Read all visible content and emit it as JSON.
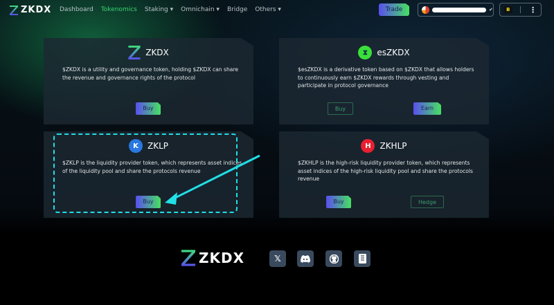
{
  "header": {
    "logo": "ZKDX",
    "nav": [
      {
        "label": "Dashboard"
      },
      {
        "label": "Tokenomics",
        "active": true
      },
      {
        "label": "Staking ▾"
      },
      {
        "label": "Omnichain ▾"
      },
      {
        "label": "Bridge"
      },
      {
        "label": "Others ▾"
      }
    ],
    "trade_label": "Trade",
    "menu_icon": "⋮",
    "b_icon": "B"
  },
  "cards": [
    {
      "name": "ZKDX",
      "desc": "$ZKDX is a utility and governance token, holding $ZKDX can share the revenue and governance rights of the protocol",
      "buy": "Buy"
    },
    {
      "name": "esZKDX",
      "desc": "$esZKDX is a derivative token based on $ZKDX that allows holders to continuously earn $ZKDX rewards through vesting and participate in protocol governance",
      "buy": "Buy",
      "earn": "Earn"
    },
    {
      "name": "ZKLP",
      "desc": "$ZKLP is the liquidity provider token, which represents asset indices of the liquidity pool and share the protocols revenue",
      "buy": "Buy"
    },
    {
      "name": "ZKHLP",
      "desc": "$ZKHLP is the high-risk liquidity provider token, which represents asset indices of the high-risk liquidity pool and share the protocols revenue",
      "buy": "Buy",
      "hedge": "Hedge"
    }
  ],
  "footer": {
    "logo": "ZKDX",
    "socials": [
      "x-icon",
      "discord-icon",
      "github-icon",
      "docs-icon"
    ]
  },
  "colors": {
    "accent": "#3bd16f",
    "annotation": "#20e0e8"
  }
}
